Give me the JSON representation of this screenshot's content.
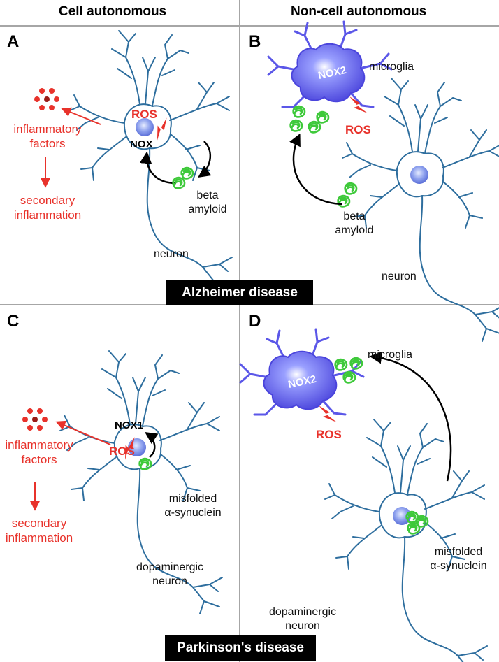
{
  "headers": {
    "left": "Cell autonomous",
    "right": "Non-cell autonomous"
  },
  "panels": {
    "a": {
      "letter": "A",
      "inflammatory": "inflammatory\nfactors",
      "secondary": "secondary\ninflammation",
      "ros": "ROS",
      "nox": "NOX",
      "protein": "beta\namyloid",
      "neuron": "neuron"
    },
    "b": {
      "letter": "B",
      "microglia": "microglia",
      "nox2": "NOX2",
      "ros": "ROS",
      "protein": "beta\namyloid",
      "neuron": "neuron"
    },
    "c": {
      "letter": "C",
      "inflammatory": "inflammatory\nfactors",
      "secondary": "secondary\ninflammation",
      "nox1": "NOX1",
      "ros": "ROS",
      "protein": "misfolded\nα-synuclein",
      "neuron": "dopaminergic\nneuron"
    },
    "d": {
      "letter": "D",
      "microglia": "microglia",
      "nox2": "NOX2",
      "ros": "ROS",
      "protein": "misfolded\nα-synuclein",
      "neuron": "dopaminergic\nneuron"
    }
  },
  "bars": {
    "alzheimer": "Alzheimer disease",
    "parkinson": "Parkinson's disease"
  },
  "colors": {
    "neuron": "#2e6e9e",
    "microglia": "#5b57e8",
    "ros": "#e8322b",
    "aggregate": "#3ec93a"
  }
}
